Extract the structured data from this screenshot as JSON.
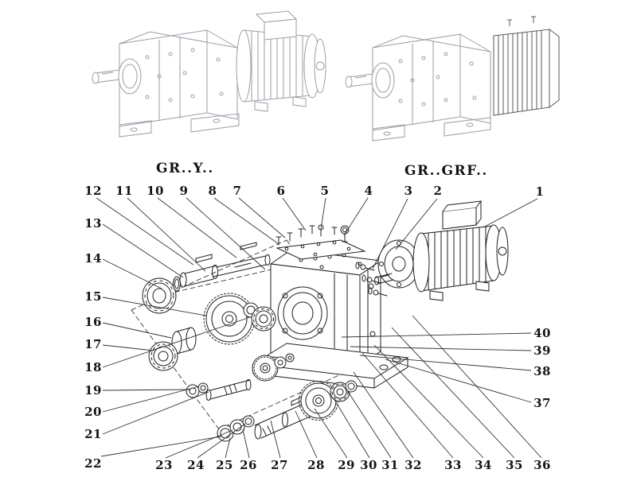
{
  "figures": {
    "left": {
      "label": "GR..Y.."
    },
    "right": {
      "label": "GR..GRF.."
    }
  },
  "callouts": {
    "top": [
      "12",
      "11",
      "10",
      "9",
      "8",
      "7",
      "6",
      "5",
      "4",
      "3",
      "2",
      "1"
    ],
    "left": [
      "13",
      "14",
      "15",
      "16",
      "17",
      "18",
      "19",
      "20",
      "21",
      "22"
    ],
    "bottom": [
      "23",
      "24",
      "25",
      "26",
      "27",
      "28",
      "29",
      "30",
      "31",
      "32",
      "33",
      "34",
      "35",
      "36"
    ],
    "right": [
      "40",
      "39",
      "38",
      "37"
    ]
  },
  "colors": {
    "ink": "#1f1f1f",
    "leader": "#333333",
    "sketch": "#9a9ea6",
    "cover_dark": "#5a5a5a"
  }
}
